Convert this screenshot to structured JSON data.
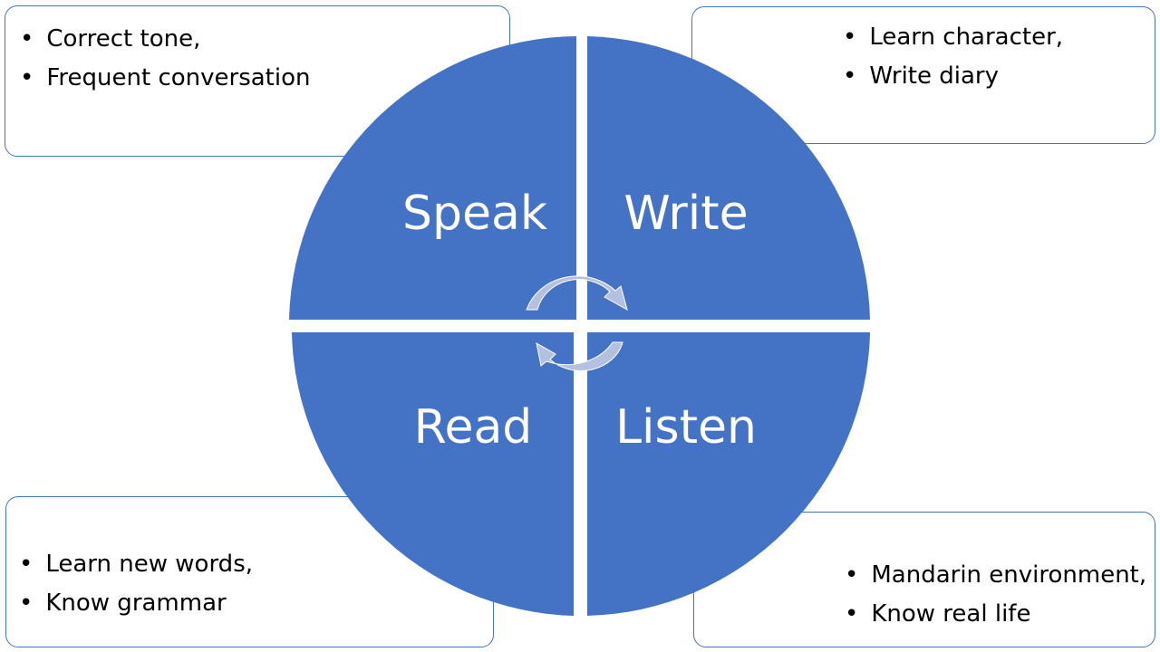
{
  "quadrants": [
    {
      "label": "Speak",
      "notes": [
        "Correct tone,",
        "Frequent conversation"
      ]
    },
    {
      "label": "Write",
      "notes": [
        "Learn character,",
        "Write diary"
      ]
    },
    {
      "label": "Read",
      "notes": [
        "Learn new words,",
        "Know grammar"
      ]
    },
    {
      "label": "Listen",
      "notes": [
        "Mandarin environment,",
        "Know real life"
      ]
    }
  ],
  "colors": {
    "quadrant": "#4472C4",
    "arrow": "#B4C0E0",
    "border": "#4472C4"
  }
}
